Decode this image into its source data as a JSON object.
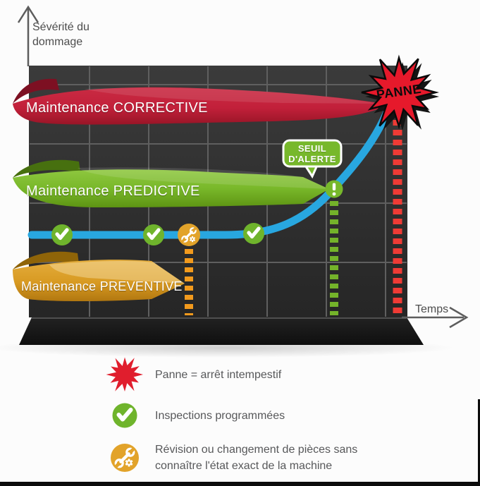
{
  "diagram": {
    "y_axis": {
      "label_line1": "Sévérité du",
      "label_line2": "dommage"
    },
    "x_axis": {
      "label": "Temps"
    },
    "ribbons": [
      {
        "id": "corrective",
        "label": "Maintenance CORRECTIVE",
        "color": "#c2203a"
      },
      {
        "id": "predictive",
        "label": "Maintenance PREDICTIVE",
        "color": "#79b82a"
      },
      {
        "id": "preventive",
        "label": "Maintenance PREVENTIVE",
        "color": "#d89a22"
      }
    ],
    "alert_bubble": {
      "line1": "SEUIL",
      "line2": "D'ALERTE",
      "color": "#77b82b"
    },
    "panne_burst": {
      "label": "PANNE",
      "color": "#e6192b"
    },
    "curve_color": "#28a7e0",
    "dash_colors": {
      "preventive": "#f29a1d",
      "predictive": "#74b32a",
      "corrective": "#ef3b35"
    },
    "panel_color": "#303030",
    "grid_color": "#5f5f5f",
    "icons": {
      "inspection": "check-circle-icon",
      "revision": "wrench-circle-icon",
      "alert": "exclamation-circle-icon",
      "failure": "burst-icon"
    }
  },
  "legend": {
    "items": [
      {
        "icon": "burst-icon",
        "text": "Panne = arrêt intempestif"
      },
      {
        "icon": "check-circle-icon",
        "text": "Inspections programmées"
      },
      {
        "icon": "wrench-circle-icon",
        "text_line1": "Révision ou changement de pièces sans",
        "text_line2": "connaître l'état exact de la machine"
      }
    ]
  }
}
